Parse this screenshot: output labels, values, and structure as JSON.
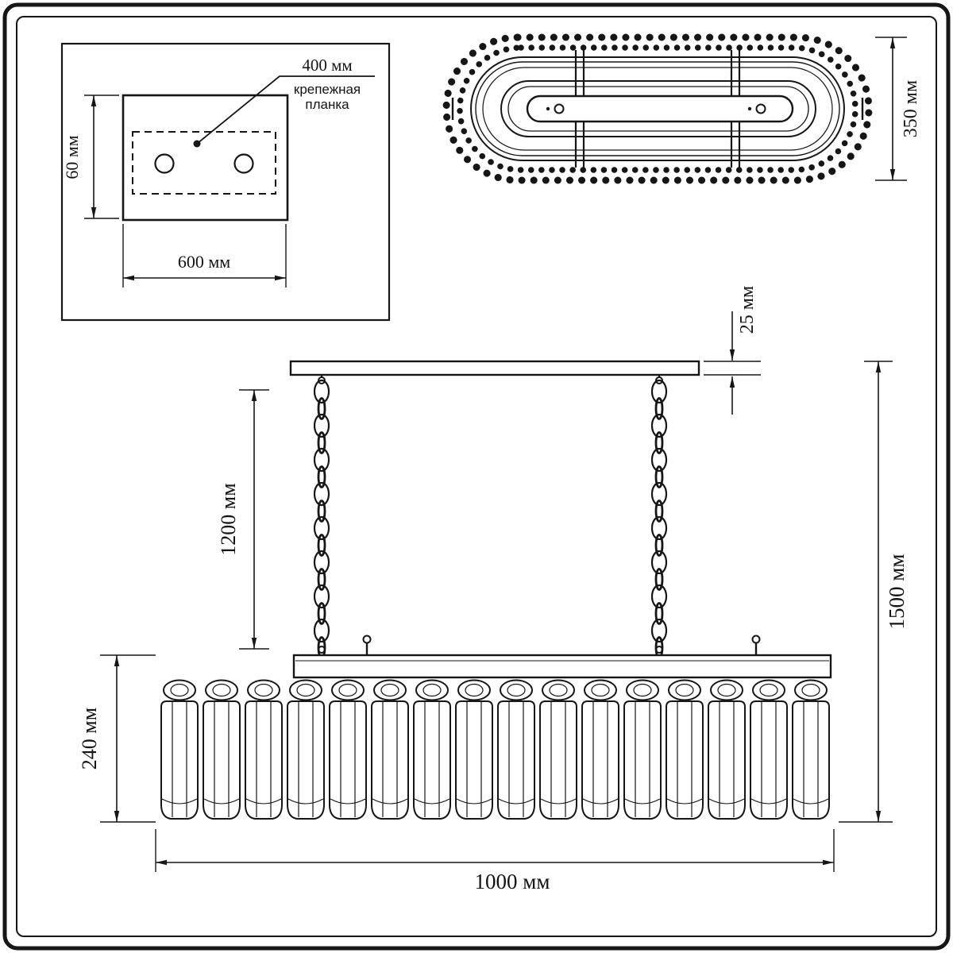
{
  "mounting_plate_view": {
    "hole_spacing": "400 мм",
    "label_line1": "крепежная",
    "label_line2": "планка",
    "height": "60 мм",
    "width": "600 мм"
  },
  "top_view": {
    "depth": "350 мм"
  },
  "front_view": {
    "canopy_thickness": "25 мм",
    "chain_length": "1200 мм",
    "body_height": "240 мм",
    "width": "1000 мм",
    "total_height": "1500 мм"
  }
}
